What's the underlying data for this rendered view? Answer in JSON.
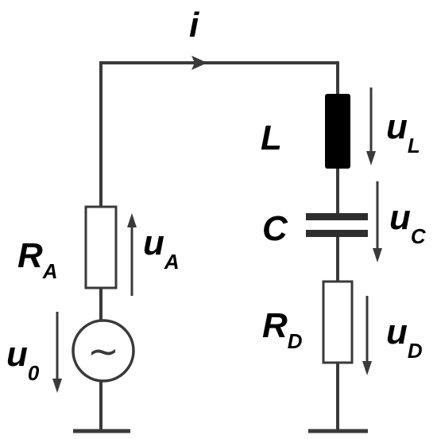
{
  "current": {
    "label": "i"
  },
  "components": {
    "source_resistor": {
      "name": "R",
      "sub": "A",
      "voltage": "u",
      "voltage_sub": "A"
    },
    "source": {
      "voltage": "u",
      "voltage_sub": "0",
      "symbol": "~"
    },
    "inductor": {
      "name": "L",
      "voltage": "u",
      "voltage_sub": "L"
    },
    "capacitor": {
      "name": "C",
      "voltage": "u",
      "voltage_sub": "C"
    },
    "load_resistor": {
      "name": "R",
      "sub": "D",
      "voltage": "u",
      "voltage_sub": "D"
    }
  }
}
